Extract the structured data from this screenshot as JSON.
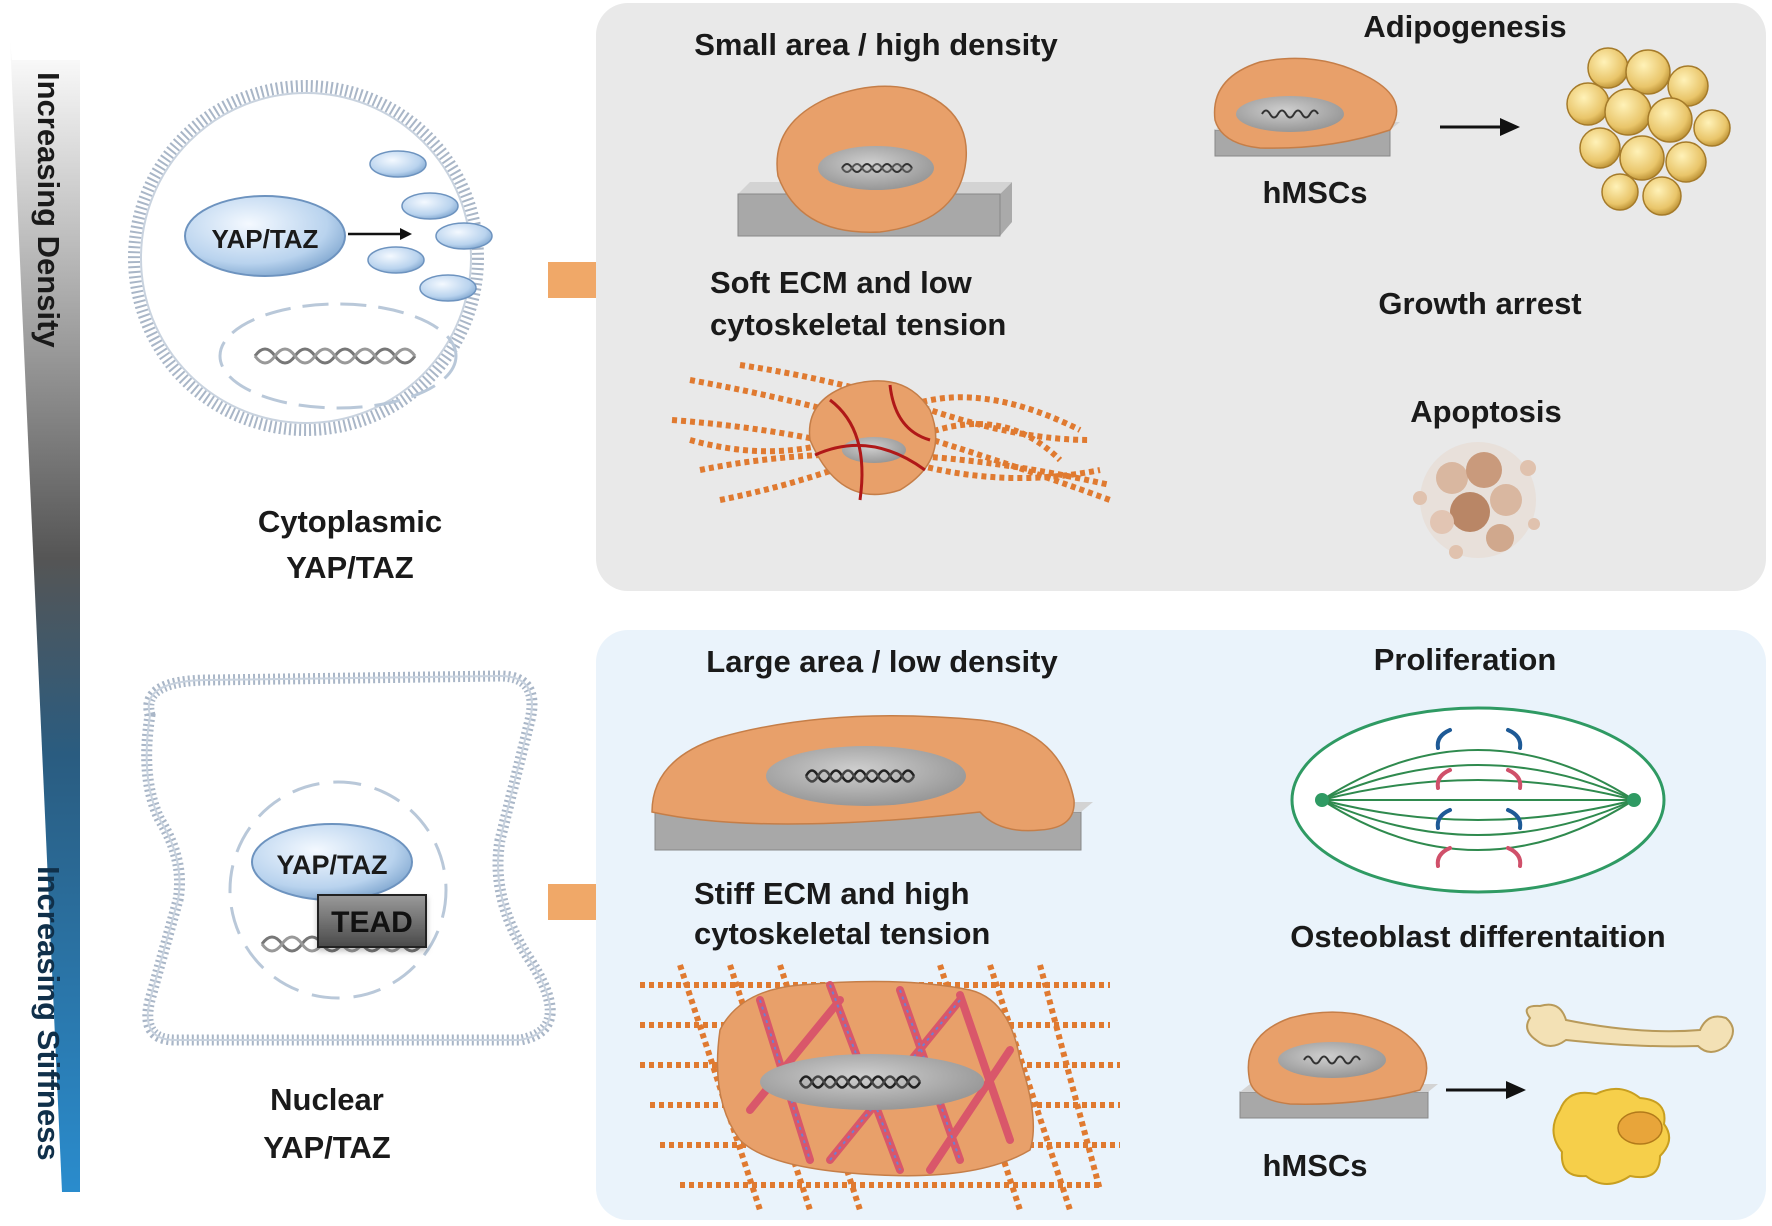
{
  "left": {
    "axis_top_label": "Increasing Density",
    "axis_bottom_label": "Increasing Stiffness",
    "top_cell": {
      "protein_label": "YAP/TAZ",
      "caption_line1": "Cytoplasmic",
      "caption_line2": "YAP/TAZ"
    },
    "bottom_cell": {
      "protein_label": "YAP/TAZ",
      "tead_label": "TEAD",
      "caption_line1": "Nuclear",
      "caption_line2": "YAP/TAZ"
    }
  },
  "top_panel": {
    "title": "Small area / high density",
    "condition_line1": "Soft ECM and low",
    "condition_line2": "cytoskeletal tension",
    "outcome_adipogenesis": "Adipogenesis",
    "hmsc_label": "hMSCs",
    "outcome_growth": "Growth arrest",
    "outcome_apoptosis": "Apoptosis"
  },
  "bottom_panel": {
    "title": "Large area / low density",
    "condition_line1": "Stiff ECM and high",
    "condition_line2": "cytoskeletal tension",
    "outcome_proliferation": "Proliferation",
    "outcome_osteoblast": "Osteoblast differentaition",
    "hmsc_label": "hMSCs"
  },
  "colors": {
    "cell_orange": "#e8a06a",
    "panel_top_bg": "#e9e9e9",
    "panel_bottom_bg": "#eaf3fb",
    "arrow_orange": "#f0a868",
    "fiber_orange": "#e07a30"
  }
}
